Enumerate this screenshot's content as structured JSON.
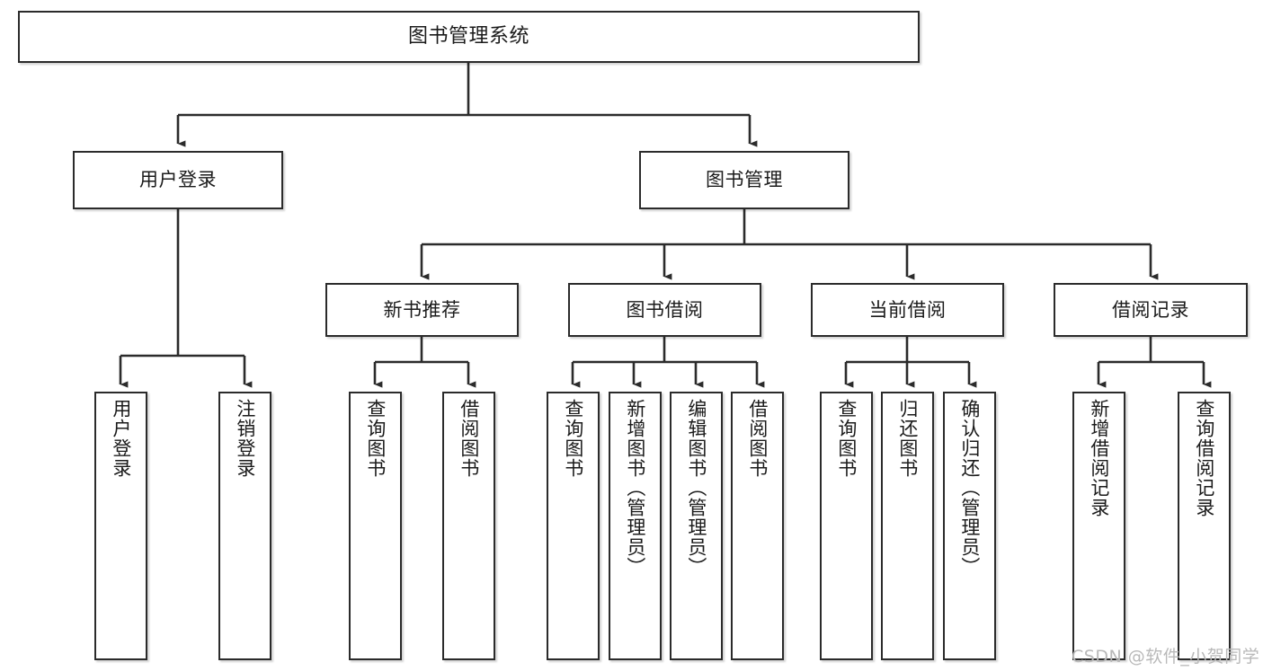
{
  "diagram": {
    "type": "tree",
    "title": "图书管理系统",
    "orientation": "top-down",
    "colors": {
      "node_border": "#2b2b2b",
      "node_fill": "#ffffff",
      "edge": "#2b2b2b",
      "text": "#1b1b1b",
      "watermark": "#b9b9b9",
      "background": "#ffffff"
    },
    "nodes": {
      "root": {
        "label": "图书管理系统"
      },
      "level2": [
        {
          "label": "用户登录"
        },
        {
          "label": "图书管理"
        }
      ],
      "level3": [
        {
          "label": "新书推荐"
        },
        {
          "label": "图书借阅"
        },
        {
          "label": "当前借阅"
        },
        {
          "label": "借阅记录"
        }
      ],
      "leaves_user_login": [
        {
          "label": "用户登录"
        },
        {
          "label": "注销登录"
        }
      ],
      "leaves_new_book": [
        {
          "label": "查询图书"
        },
        {
          "label": "借阅图书"
        }
      ],
      "leaves_borrow_book": [
        {
          "label": "查询图书"
        },
        {
          "label": "新增图书（管理员）"
        },
        {
          "label": "编辑图书（管理员）"
        },
        {
          "label": "借阅图书"
        }
      ],
      "leaves_current_borrow": [
        {
          "label": "查询图书"
        },
        {
          "label": "归还图书"
        },
        {
          "label": "确认归还（管理员）"
        }
      ],
      "leaves_borrow_record": [
        {
          "label": "新增借阅记录"
        },
        {
          "label": "查询借阅记录"
        }
      ]
    },
    "watermark": "CSDN @软件_小贺同学"
  }
}
